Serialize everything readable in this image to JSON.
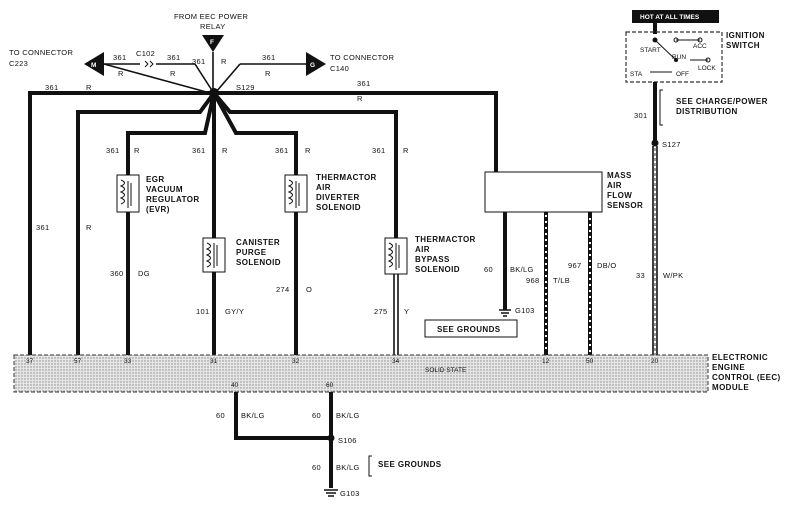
{
  "top": {
    "eec_power_relay": "FROM EEC POWER RELAY",
    "connector_left": "TO CONNECTOR C223",
    "connector_right": "TO CONNECTOR C140",
    "connector_left_letter": "M",
    "connector_right_letter": "G",
    "connector_top_letter": "F",
    "splice_top": "C102",
    "splice_main": "S129"
  },
  "wires": {
    "c361": "361",
    "cR": "R",
    "c360": "360",
    "cDG": "DG",
    "c101": "101",
    "cGYY": "GY/Y",
    "c274": "274",
    "cO": "O",
    "c275": "275",
    "cY": "Y",
    "c60": "60",
    "cBKLG": "BK/LG",
    "c968": "968",
    "cTLB": "T/LB",
    "c967": "967",
    "cDBO": "DB/O",
    "c33": "33",
    "cWPK": "W/PK",
    "c301": "301"
  },
  "components": {
    "egr": "EGR VACUUM REGULATOR (EVR)",
    "canister": "CANISTER PURGE SOLENOID",
    "tad": "THERMACTOR AIR DIVERTER SOLENOID",
    "tab": "THERMACTOR AIR BYPASS SOLENOID",
    "maf": "MASS AIR FLOW SENSOR",
    "eec": "ELECTRONIC ENGINE CONTROL (EEC) MODULE",
    "solid_state": "SOLID STATE",
    "ignition": "IGNITION SWITCH",
    "hot_all_times": "HOT AT ALL TIMES",
    "ign_start": "START",
    "ign_acc": "ACC",
    "ign_run": "RUN",
    "ign_off": "OFF",
    "ign_lock": "LOCK",
    "ign_sta": "STA",
    "charge": "SEE CHARGE/POWER DISTRIBUTION",
    "see_grounds": "SEE GROUNDS",
    "g103": "G103",
    "s106": "S106",
    "s127": "S127"
  },
  "pins": {
    "p37": "37",
    "p57": "57",
    "p33": "33",
    "p31": "31",
    "p32": "32",
    "p34": "34",
    "p12": "12",
    "p50": "50",
    "p20": "20",
    "p40": "40",
    "p60": "60"
  },
  "colors": {
    "wire": "#111111",
    "module_fill": "#dcdcdc"
  }
}
